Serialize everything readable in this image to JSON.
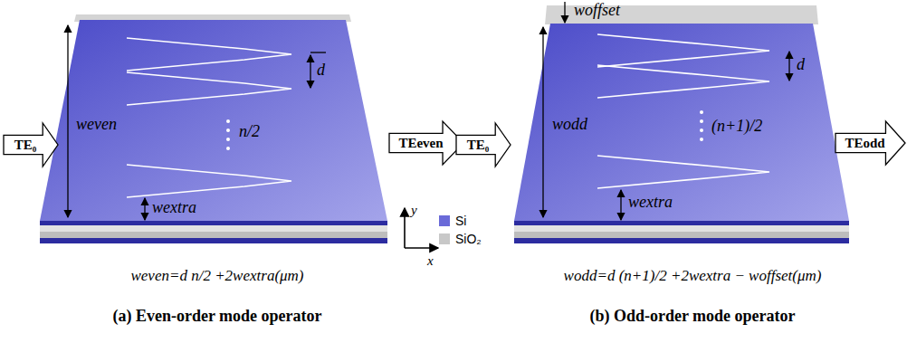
{
  "diagram": {
    "caption": "",
    "nodes": [
      {
        "text": [
          "TE₀"
        ]
      },
      {
        "text": [
          "TEeven"
        ]
      },
      {
        "text": [
          "TE₀"
        ]
      },
      {
        "text": [
          "TEodd"
        ]
      }
    ],
    "labels": [
      "weven",
      "d",
      "n/2",
      "wextra",
      "weven=d n/2 +2wextra(μm)",
      "(a) Even-order mode operator",
      "woffset",
      "wodd",
      "d",
      "(n+1)/2",
      "wextra",
      "wodd=d (n+1)/2 +2wextra − woffset(μm)",
      "(b) Odd-order mode operator",
      "y",
      "x"
    ],
    "legend": [
      {
        "text": "Si",
        "color": "#6a6ad8"
      },
      {
        "text": "SiO₂",
        "color": "#c8c8c8"
      }
    ]
  }
}
